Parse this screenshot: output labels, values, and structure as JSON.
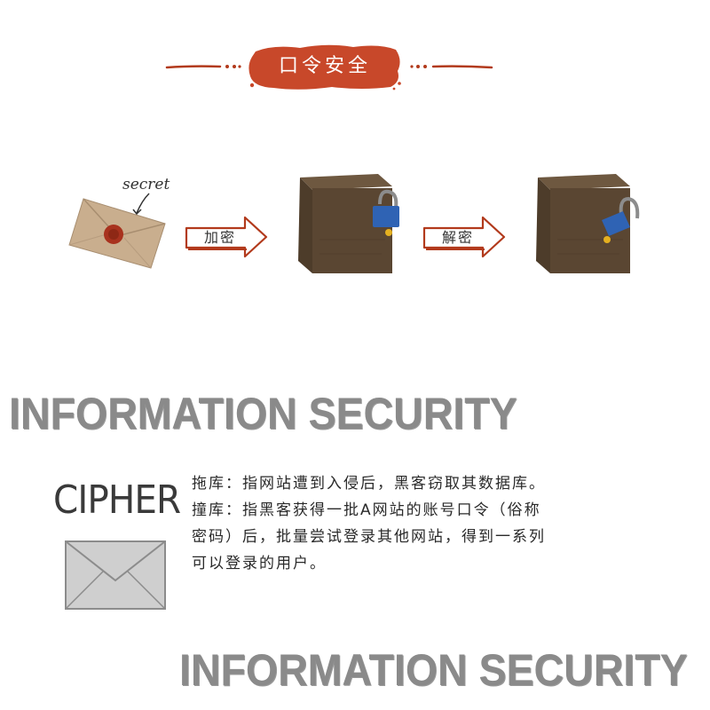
{
  "header": {
    "title": "口令安全",
    "banner_color": "#c8482a"
  },
  "flow": {
    "envelope_tag": "secret",
    "encrypt_label": "加密",
    "decrypt_label": "解密",
    "box_color": "#5a4632",
    "lock_color": "#2f63b4",
    "arrow_color": "#b23a1c"
  },
  "headings": {
    "top": "INFORMATION SECURITY",
    "bottom": "INFORMATION SECURITY"
  },
  "cipher": {
    "word": "CIPHER",
    "lines": [
      "拖库：指网站遭到入侵后，黑客窃取其数据库。",
      "撞库：指黑客获得一批A网站的账号口令（俗称",
      "密码）后，批量尝试登录其他网站，得到一系列",
      "可以登录的用户。"
    ]
  }
}
